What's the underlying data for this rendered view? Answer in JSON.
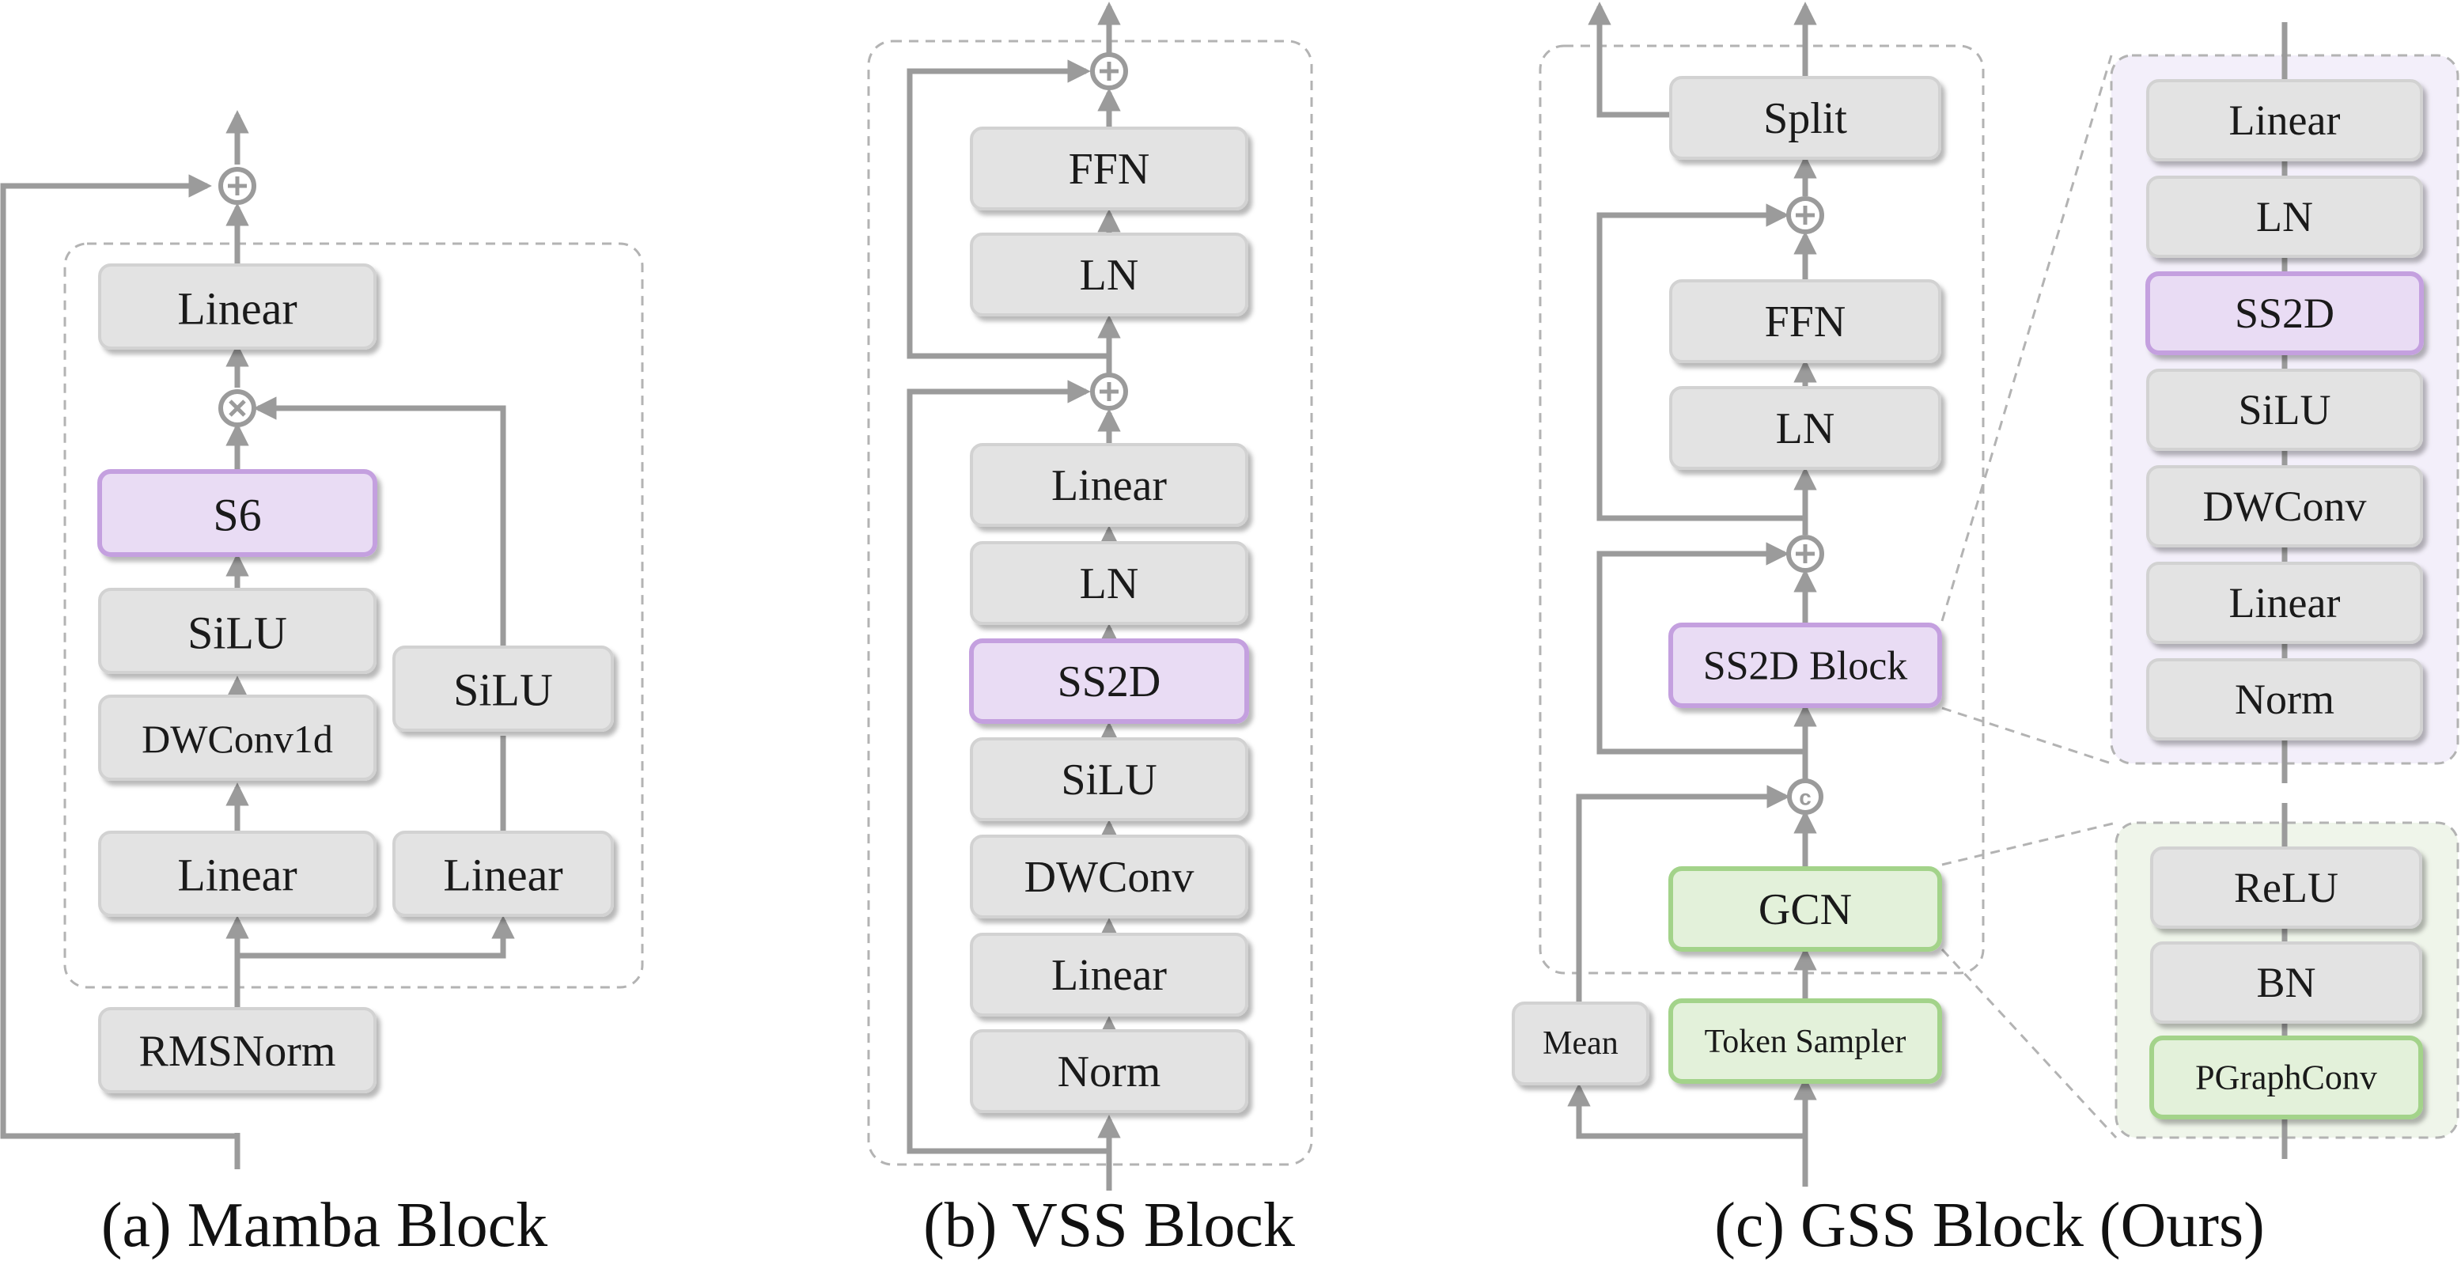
{
  "colors": {
    "gray_box": "#e3e3e3",
    "gray_stroke": "#d2d2d2",
    "purple_box": "#e9dcf4",
    "purple_stroke": "#c4a0df",
    "green_box": "#e3f1da",
    "green_stroke": "#a3d38a",
    "wire": "#9b9b9b",
    "purple_panel": "#f3effa",
    "green_panel": "#eff5ea"
  },
  "mamba": {
    "caption": "(a) Mamba Block",
    "rmsnorm": "RMSNorm",
    "linear_left": "Linear",
    "linear_right": "Linear",
    "dwconv": "DWConv1d",
    "silu_left": "SiLU",
    "silu_right": "SiLU",
    "s6": "S6",
    "linear_out": "Linear"
  },
  "vss": {
    "caption": "(b) VSS Block",
    "norm": "Norm",
    "linear_in": "Linear",
    "dwconv": "DWConv",
    "silu": "SiLU",
    "ss2d": "SS2D",
    "ln": "LN",
    "linear_out": "Linear",
    "ln2": "LN",
    "ffn": "FFN"
  },
  "gss": {
    "caption": "(c) GSS Block (Ours)",
    "mean": "Mean",
    "token_sampler": "Token Sampler",
    "gcn": "GCN",
    "ss2d_block": "SS2D Block",
    "ln": "LN",
    "ffn": "FFN",
    "split": "Split",
    "concat_symbol": "c",
    "ss2d_detail": [
      "Linear",
      "LN",
      "SS2D",
      "SiLU",
      "DWConv",
      "Linear",
      "Norm"
    ],
    "gcn_detail": [
      "ReLU",
      "BN",
      "PGraphConv"
    ]
  }
}
